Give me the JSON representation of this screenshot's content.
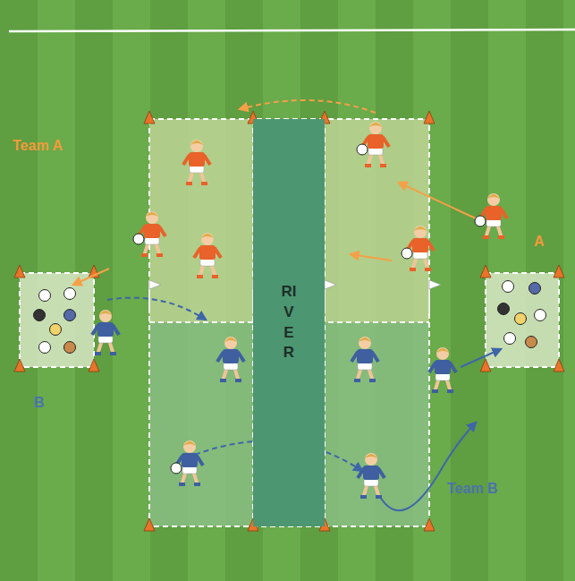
{
  "diagram": {
    "nodes": [
      {
        "text": [
          "RIVER"
        ]
      }
    ],
    "labels": [
      "Team A",
      "A",
      "B",
      "Team B"
    ]
  }
}
